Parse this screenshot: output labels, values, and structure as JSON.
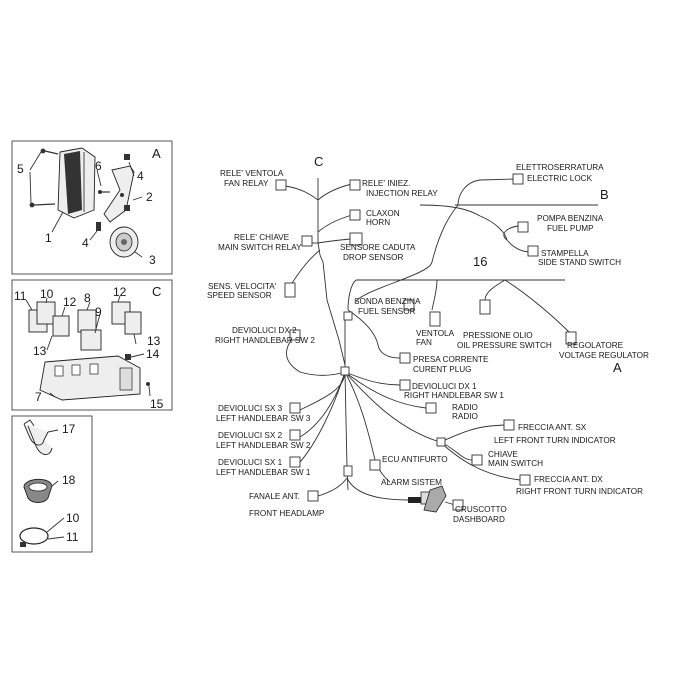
{
  "panels": {
    "a": {
      "letter": "A",
      "parts": [
        "5",
        "6",
        "4",
        "2",
        "1",
        "4",
        "3"
      ]
    },
    "c": {
      "letter": "C",
      "parts": [
        "11",
        "10",
        "12",
        "8",
        "12",
        "9",
        "13",
        "13",
        "14",
        "7",
        "15"
      ]
    },
    "d": {
      "parts": [
        "17",
        "18",
        "10",
        "11"
      ]
    }
  },
  "markers": {
    "c": "C",
    "b": "B",
    "sixteen": "16",
    "a": "A"
  },
  "labels": {
    "fan_relay": [
      "RELE' VENTOLA",
      "FAN RELAY"
    ],
    "injection_relay": [
      "RELE' INIEZ.",
      "INJECTION RELAY"
    ],
    "horn": [
      "CLAXON",
      "HORN"
    ],
    "main_switch_relay": [
      "RELE' CHIAVE",
      "MAIN SWITCH RELAY"
    ],
    "drop_sensor": [
      "SENSORE CADUTA",
      "DROP SENSOR"
    ],
    "speed_sensor": [
      "SENS. VELOCITA'",
      "SPEED SENSOR"
    ],
    "fuel_sensor": [
      "SONDA BENZINA",
      "FUEL SENSOR"
    ],
    "electric_lock": [
      "ELETTROSERRATURA",
      "ELECTRIC LOCK"
    ],
    "fuel_pump": [
      "POMPA BENZINA",
      "FUEL PUMP"
    ],
    "side_stand": [
      "STAMPELLA",
      "SIDE STAND SWITCH"
    ],
    "fan": [
      "VENTOLA",
      "FAN"
    ],
    "oil_pressure": [
      "PRESSIONE OLIO",
      "OIL PRESSURE SWITCH"
    ],
    "regulator": [
      "REGOLATORE",
      "VOLTAGE REGULATOR"
    ],
    "right_sw2": [
      "DEVIOLUCI DX 2",
      "RIGHT HANDLEBAR SW 2"
    ],
    "plug": [
      "PRESA CORRENTE",
      "CURENT PLUG"
    ],
    "right_sw1": [
      "DEVIOLUCI DX 1",
      "RIGHT HANDLEBAR SW 1"
    ],
    "radio": [
      "RADIO",
      "RADIO"
    ],
    "left_sw3": [
      "DEVIOLUCI SX 3",
      "LEFT HANDLEBAR SW 3"
    ],
    "left_sw2": [
      "DEVIOLUCI SX 2",
      "LEFT HANDLEBAR SW 2"
    ],
    "left_sw1": [
      "DEVIOLUCI SX 1",
      "LEFT HANDLEBAR SW 1"
    ],
    "front_left": [
      "FRECCIA ANT. SX",
      "LEFT FRONT TURN INDICATOR"
    ],
    "main_switch": [
      "CHIAVE",
      "MAIN SWITCH"
    ],
    "alarm": [
      "ECU ANTIFURTO",
      "ALARM SISTEM"
    ],
    "front_right": [
      "FRECCIA ANT. DX",
      "RIGHT FRONT TURN INDICATOR"
    ],
    "headlamp": [
      "FANALE ANT.",
      "FRONT HEADLAMP"
    ],
    "dashboard": [
      "CRUSCOTTO",
      "DASHBOARD"
    ]
  }
}
